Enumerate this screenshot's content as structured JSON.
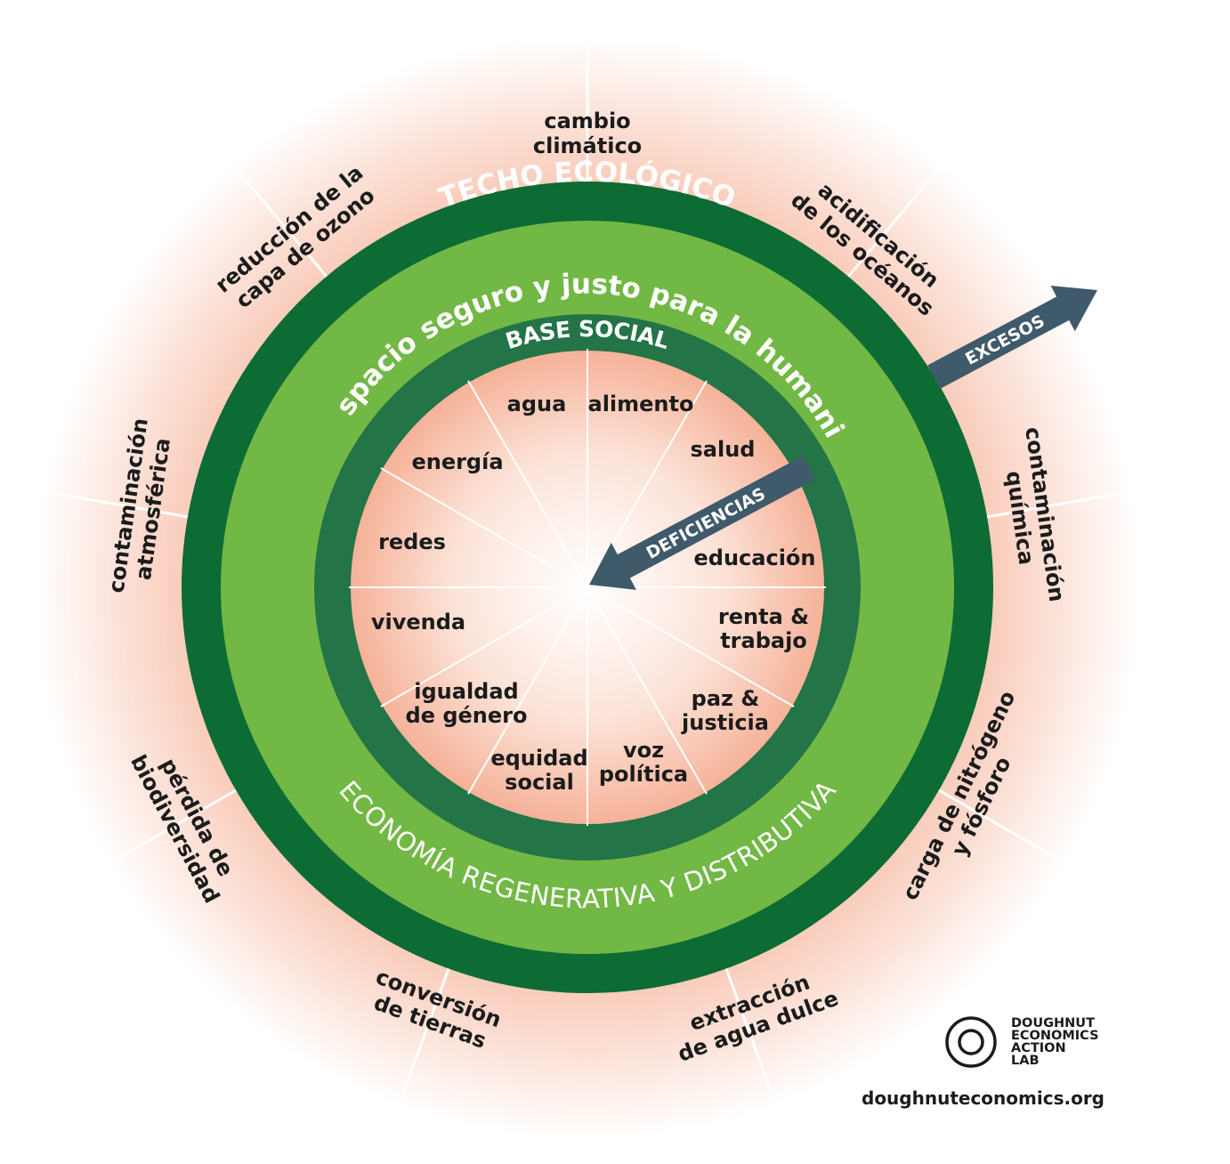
{
  "ecological_ceiling": {
    "title": "TECHO ECOLÓGICO",
    "dimensions": [
      [
        "cambio",
        "climático"
      ],
      [
        "acidificación",
        "de los océanos"
      ],
      [
        "contaminación",
        "química"
      ],
      [
        "carga de nitrógeno",
        "y fósforo"
      ],
      [
        "extracción",
        "de agua dulce"
      ],
      [
        "conversión",
        "de tierras"
      ],
      [
        "pérdida de",
        "biodiversidad"
      ],
      [
        "contaminación",
        "atmosférica"
      ],
      [
        "reducción de la",
        "capa de ozono"
      ]
    ]
  },
  "safe_space": {
    "label": "el espacio seguro y justo para la humanidad",
    "economy_label": "ECONOMÍA REGENERATIVA Y DISTRIBUTIVA"
  },
  "social_foundation": {
    "title": "BASE SOCIAL",
    "dimensions": [
      [
        "alimento"
      ],
      [
        "salud"
      ],
      [
        "educación"
      ],
      [
        "renta &",
        "trabajo"
      ],
      [
        "paz &",
        "justicia"
      ],
      [
        "voz",
        "política"
      ],
      [
        "equidad",
        "social"
      ],
      [
        "igualdad",
        "de género"
      ],
      [
        "vivenda"
      ],
      [
        "redes"
      ],
      [
        "energía"
      ],
      [
        "agua"
      ]
    ]
  },
  "arrows": {
    "overshoot": "EXCESOS",
    "shortfall": "DEFICIENCIAS"
  },
  "logo": {
    "lines": [
      "DOUGHNUT",
      "ECONOMICS",
      "ACTION",
      "LAB"
    ],
    "website": "doughnuteconomics.org"
  },
  "colors": {
    "dark_green": "#0d6b34",
    "mid_green": "#2a7a47",
    "light_green": "#72b845",
    "arrow": "#3f5a6a",
    "halo": "#f4b49b"
  }
}
